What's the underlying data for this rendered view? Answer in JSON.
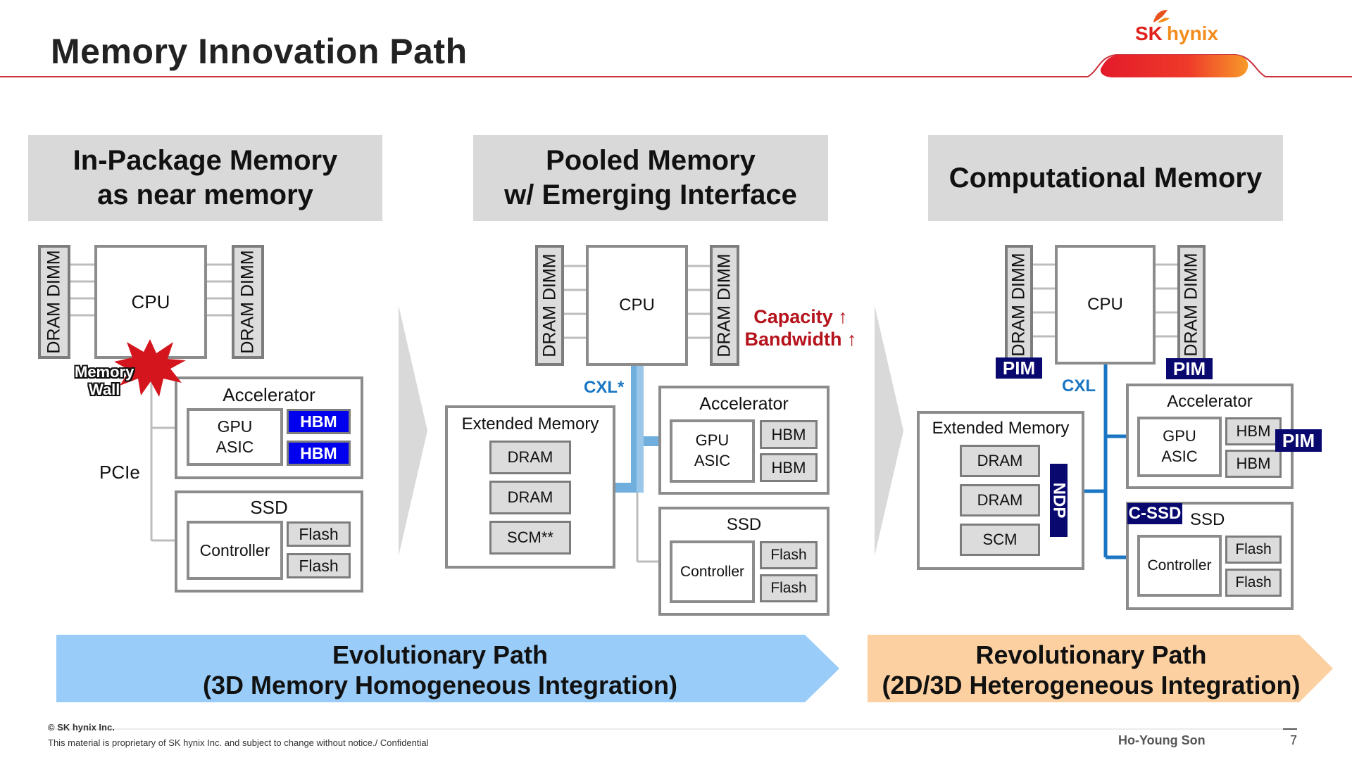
{
  "header": {
    "title": "Memory Innovation Path",
    "logo": {
      "sk": "SK",
      "hynix": "hynix",
      "petal_color": "#e8521d"
    }
  },
  "colors": {
    "accent_red": "#e0201b",
    "hbm_blue": "#0000ee",
    "pim_navy": "#08086e",
    "cxl_blue": "#1a76c2",
    "evolutionary_fill": "#99ccf8",
    "revolutionary_fill": "#fcd0a0",
    "capacity_red": "#b5121b"
  },
  "panels": {
    "in_package": {
      "title_line1": "In-Package Memory",
      "title_line2": "as near memory",
      "dimm_left": "DRAM DIMM",
      "dimm_right": "DRAM DIMM",
      "cpu": "CPU",
      "memory_wall_line1": "Memory",
      "memory_wall_line2": "Wall",
      "pcie": "PCIe",
      "accelerator": "Accelerator",
      "gpu_line1": "GPU",
      "gpu_line2": "ASIC",
      "hbm1": "HBM",
      "hbm2": "HBM",
      "ssd": "SSD",
      "controller": "Controller",
      "flash1": "Flash",
      "flash2": "Flash"
    },
    "pooled": {
      "title_line1": "Pooled Memory",
      "title_line2": "w/ Emerging Interface",
      "dimm_left": "DRAM DIMM",
      "dimm_right": "DRAM DIMM",
      "cpu": "CPU",
      "capacity": "Capacity ↑",
      "bandwidth": "Bandwidth ↑",
      "cxl": "CXL*",
      "extended_memory": "Extended Memory",
      "dram1": "DRAM",
      "dram2": "DRAM",
      "scm": "SCM**",
      "accelerator": "Accelerator",
      "gpu_line1": "GPU",
      "gpu_line2": "ASIC",
      "hbm1": "HBM",
      "hbm2": "HBM",
      "ssd": "SSD",
      "controller": "Controller",
      "flash1": "Flash",
      "flash2": "Flash"
    },
    "computational": {
      "title": "Computational Memory",
      "dimm_left": "DRAM DIMM",
      "dimm_right": "DRAM DIMM",
      "cpu": "CPU",
      "pim_left": "PIM",
      "pim_right": "PIM",
      "pim_accel": "PIM",
      "cxl": "CXL",
      "extended_memory": "Extended Memory",
      "dram1": "DRAM",
      "dram2": "DRAM",
      "scm": "SCM",
      "ndp": "NDP",
      "accelerator": "Accelerator",
      "gpu_line1": "GPU",
      "gpu_line2": "ASIC",
      "hbm1": "HBM",
      "hbm2": "HBM",
      "cssd": "C-SSD",
      "ssd": "SSD",
      "controller": "Controller",
      "flash1": "Flash",
      "flash2": "Flash"
    }
  },
  "paths": {
    "evolutionary_line1": "Evolutionary Path",
    "evolutionary_line2": "(3D Memory Homogeneous Integration)",
    "revolutionary_line1": "Revolutionary Path",
    "revolutionary_line2": "(2D/3D Heterogeneous Integration)"
  },
  "footer": {
    "copyright": "© SK hynix Inc.",
    "notice": "This material is proprietary of SK hynix Inc. and subject to change without notice./ Confidential",
    "author": "Ho-Young Son",
    "page": "7"
  }
}
